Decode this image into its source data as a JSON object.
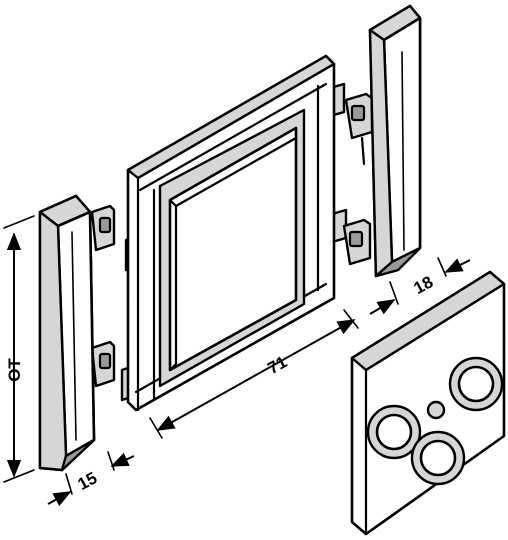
{
  "dimensions": {
    "width_frame": "71",
    "side_cap_depth": "15",
    "right_cap_depth": "18",
    "height": "OT"
  },
  "colors": {
    "line": "#000000",
    "shade_light": "#d6d6d6",
    "shade_dark": "#9a9a9a",
    "background": "#ffffff"
  }
}
